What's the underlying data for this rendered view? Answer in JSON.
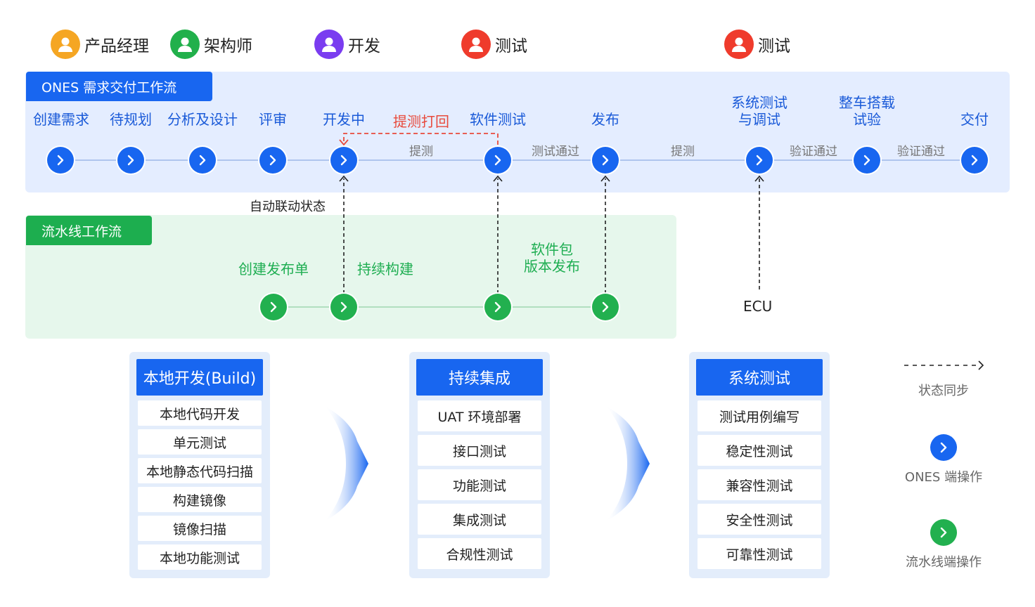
{
  "roles": [
    {
      "label": "产品经理",
      "color": "#f5a623"
    },
    {
      "label": "架构师",
      "color": "#21b04b"
    },
    {
      "label": "开发",
      "color": "#7a3cf0"
    },
    {
      "label": "测试",
      "color": "#ef3b2c"
    },
    {
      "label": "测试",
      "color": "#ef3b2c"
    }
  ],
  "ones_lane": {
    "tag": "ONES 需求交付工作流",
    "stages": [
      "创建需求",
      "待规划",
      "分析及设计",
      "评审",
      "开发中",
      "提测打回",
      "软件测试",
      "发布",
      "系统测试\n与调试",
      "整车搭载\n试验",
      "交付"
    ],
    "transitions": [
      "提测",
      "测试通过",
      "提测",
      "验证通过",
      "验证通过"
    ]
  },
  "sync_label": "自动联动状态",
  "pipeline_lane": {
    "tag": "流水线工作流",
    "stages": [
      "创建发布单",
      "持续构建",
      "软件包\n版本发布"
    ]
  },
  "ecu_label": "ECU",
  "stacks": [
    {
      "header": "本地开发(Build)",
      "items": [
        "本地代码开发",
        "单元测试",
        "本地静态代码扫描",
        "构建镜像",
        "镜像扫描",
        "本地功能测试"
      ]
    },
    {
      "header": "持续集成",
      "items": [
        "UAT 环境部署",
        "接口测试",
        "功能测试",
        "集成测试",
        "合规性测试"
      ]
    },
    {
      "header": "系统测试",
      "items": [
        "测试用例编写",
        "稳定性测试",
        "兼容性测试",
        "安全性测试",
        "可靠性测试"
      ]
    }
  ],
  "legend": {
    "sync": "状态同步",
    "ones_op": "ONES 端操作",
    "pipeline_op": "流水线端操作"
  },
  "colors": {
    "primary_blue": "#1866f0",
    "green": "#22b04f",
    "red": "#e84a3c",
    "lane_blue": "#e4edff",
    "lane_green": "#e6f7ec"
  }
}
